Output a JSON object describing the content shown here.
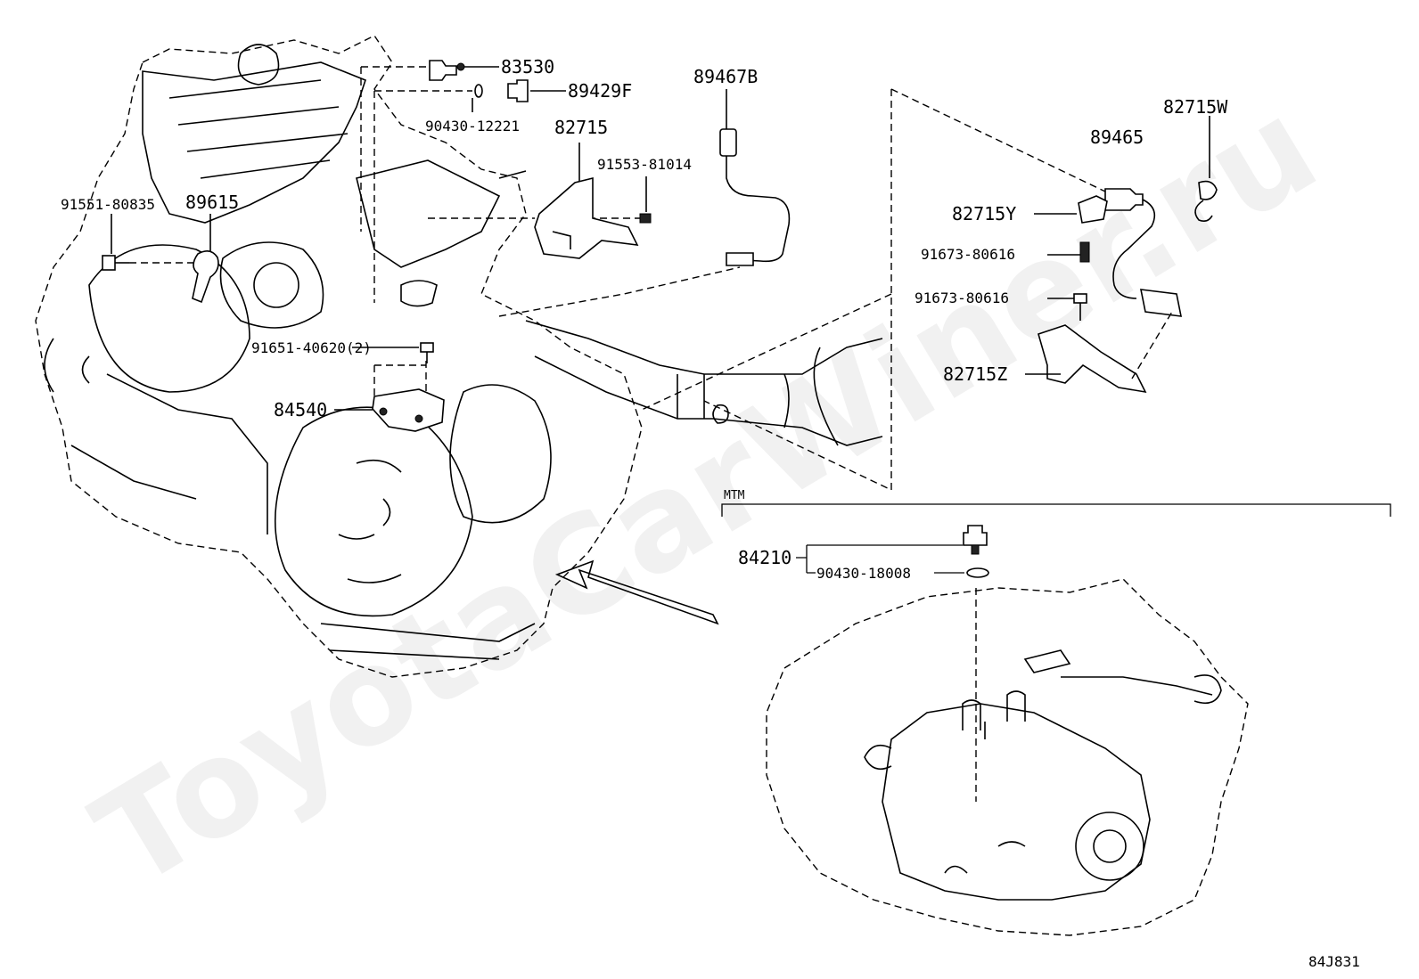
{
  "watermark": "ToyotaCarWiner.ru",
  "diagram_code": "84J831",
  "section_label": "MTM",
  "parts": {
    "p83530": "83530",
    "p89429F": "89429F",
    "p90430_12221": "90430-12221",
    "p89467B": "89467B",
    "p82715": "82715",
    "p91553_81014": "91553-81014",
    "p91551_80835": "91551-80835",
    "p89615": "89615",
    "p91651_40620": "91651-40620(2)",
    "p84540": "84540",
    "p82715W": "82715W",
    "p89465": "89465",
    "p82715Y": "82715Y",
    "p91673_80616_a": "91673-80616",
    "p91673_80616_b": "91673-80616",
    "p82715Z": "82715Z",
    "p84210": "84210",
    "p90430_18008": "90430-18008"
  }
}
